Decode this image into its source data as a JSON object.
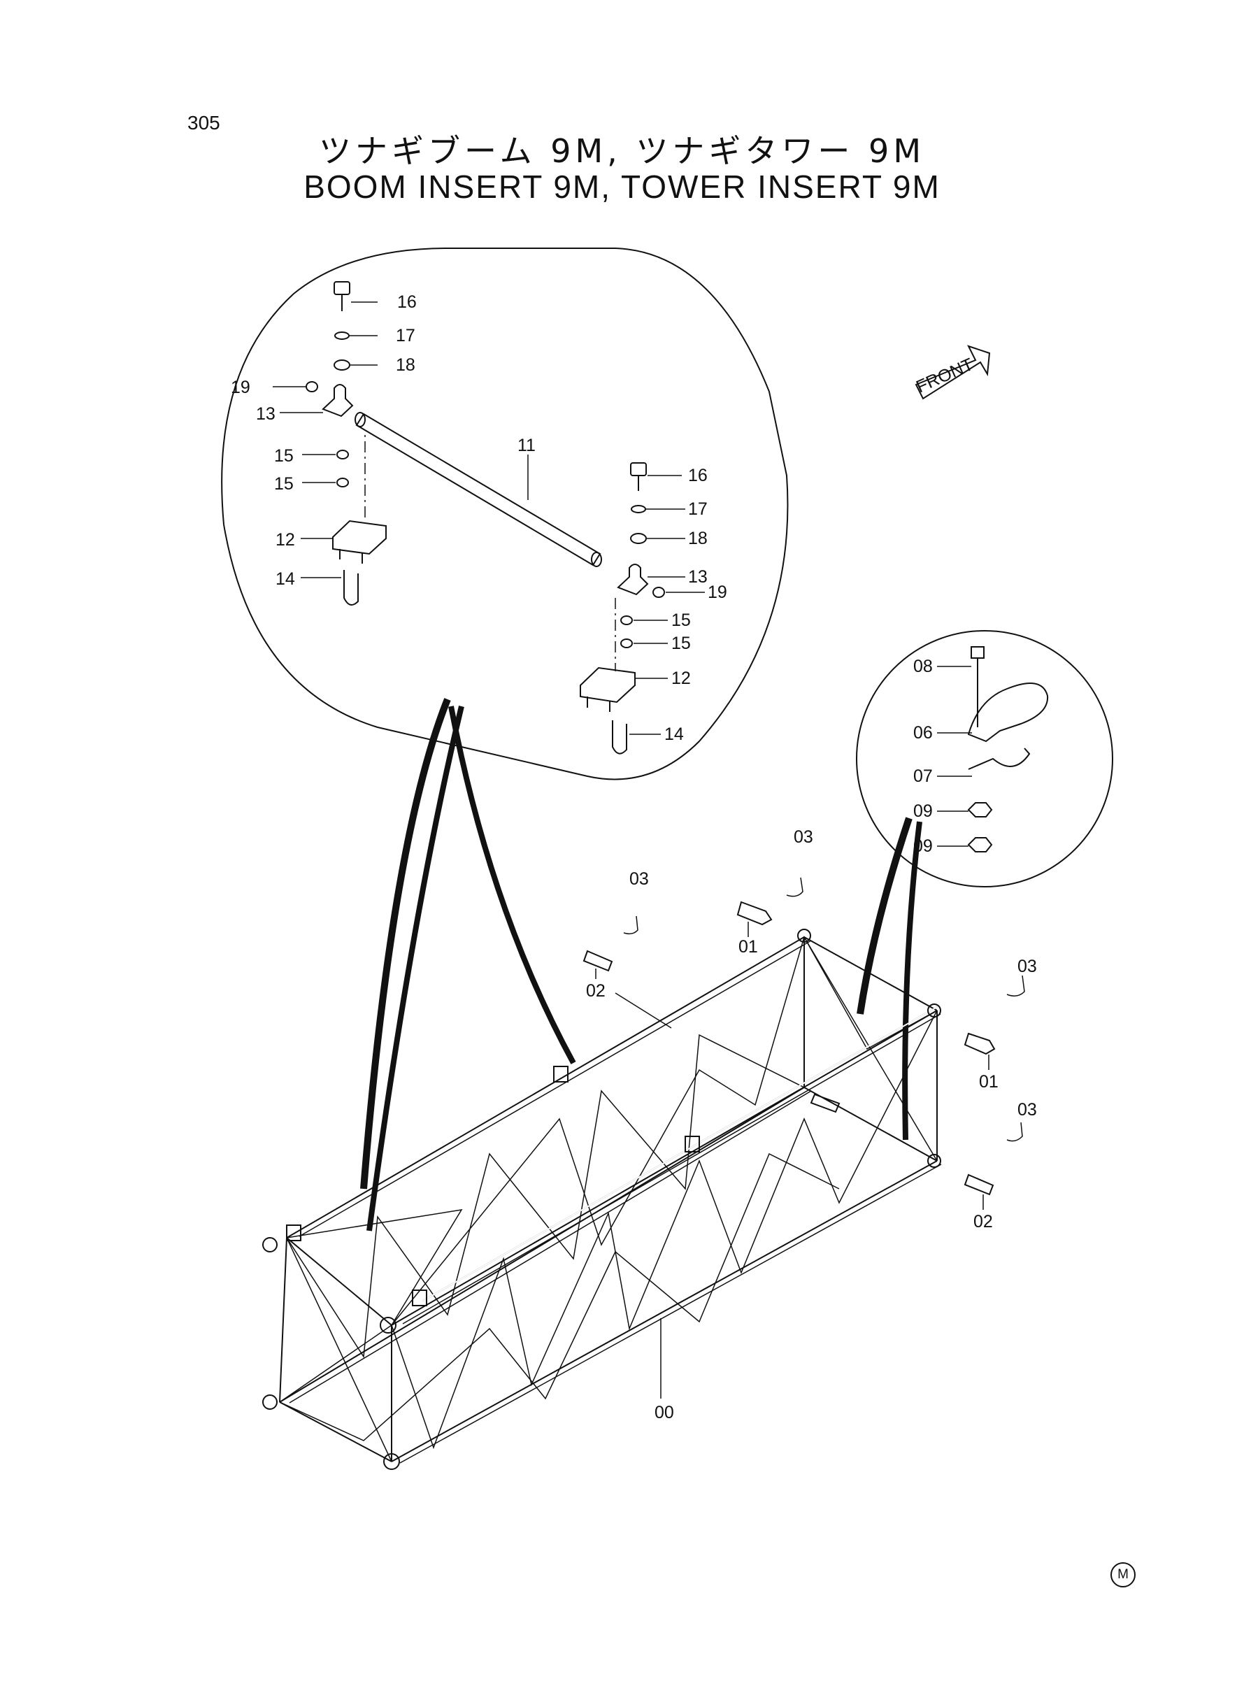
{
  "header": {
    "page_number": "305",
    "title_jp": "ツナギブーム 9M, ツナギタワー 9M",
    "title_en": "BOOM INSERT 9M, TOWER INSERT 9M"
  },
  "orientation": {
    "front_label": "FRONT"
  },
  "footer": {
    "mark": "M"
  },
  "callouts": {
    "c16a": "16",
    "c17a": "17",
    "c18a": "18",
    "c19a": "19",
    "c13a": "13",
    "c15a": "15",
    "c15b": "15",
    "c12a": "12",
    "c14a": "14",
    "c11": "11",
    "c16b": "16",
    "c17b": "17",
    "c18b": "18",
    "c13b": "13",
    "c19b": "19",
    "c15c": "15",
    "c15d": "15",
    "c12b": "12",
    "c14b": "14",
    "c08": "08",
    "c06": "06",
    "c07": "07",
    "c09a": "09",
    "c09b": "09",
    "c03a": "03",
    "c03b": "03",
    "c03c": "03",
    "c03d": "03",
    "c01a": "01",
    "c01b": "01",
    "c02a": "02",
    "c02b": "02",
    "c00": "00"
  }
}
